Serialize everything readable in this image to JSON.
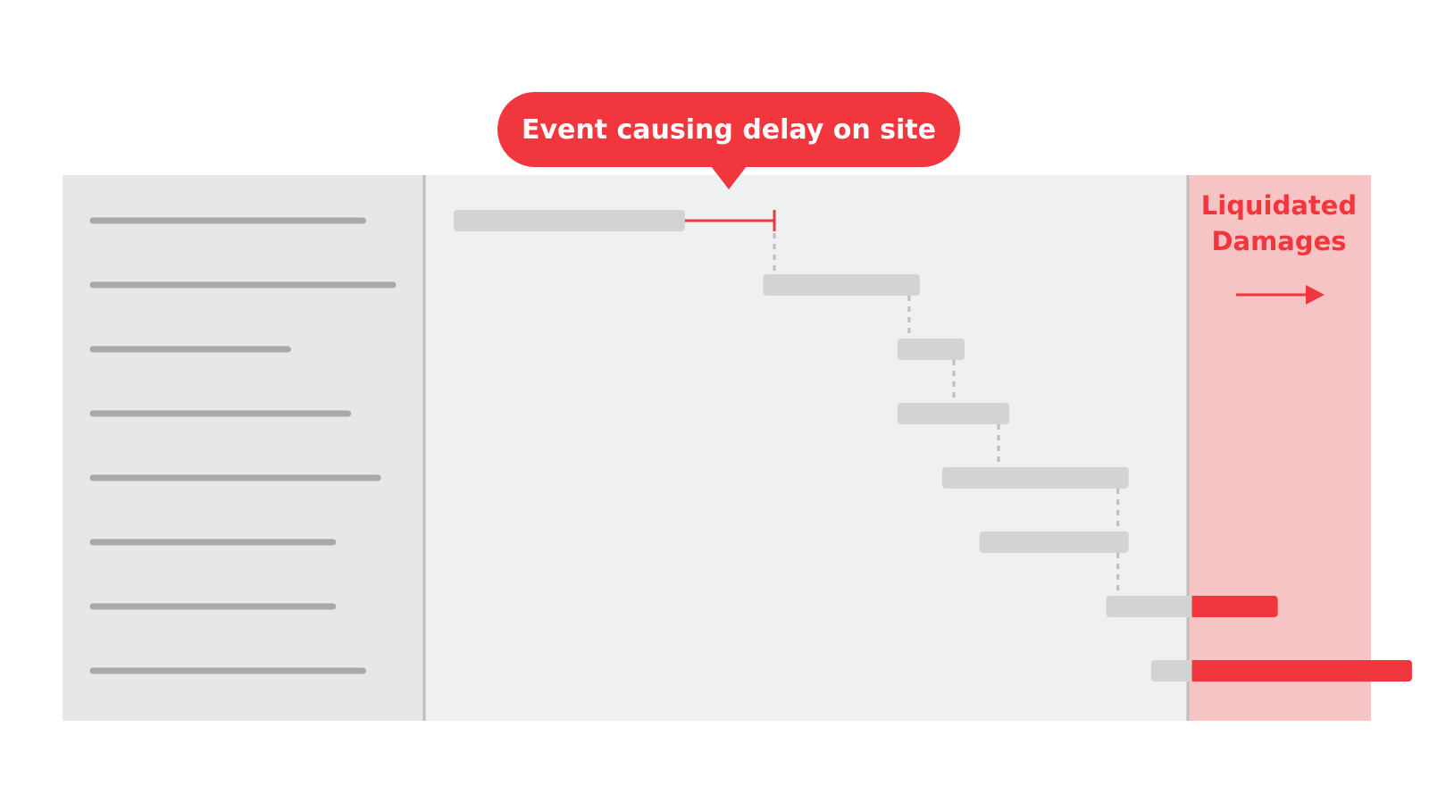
{
  "callout": {
    "text": "Event causing delay on site"
  },
  "zone": {
    "label_line1": "Liquidated",
    "label_line2": "Damages",
    "arrow": "right-arrow-icon"
  },
  "colors": {
    "accent": "#f2363d",
    "zone_fill": "#f7c4c5",
    "task_panel": "#e6e7e8",
    "chart_area": "#eff0f0",
    "bar": "#d1d3d4",
    "label_placeholder": "#a7a9ab",
    "divider": "#bcbec0",
    "dependency": "#bcbec0"
  },
  "tasks": [
    {
      "label_length": 0.9,
      "start": 0.0,
      "duration": 31,
      "delay": 12
    },
    {
      "label_length": 1.0,
      "start": 41.5,
      "duration": 21
    },
    {
      "label_length": 0.65,
      "start": 59.5,
      "duration": 9
    },
    {
      "label_length": 0.85,
      "start": 59.5,
      "duration": 15
    },
    {
      "label_length": 0.95,
      "start": 65.5,
      "duration": 25
    },
    {
      "label_length": 0.8,
      "start": 70.5,
      "duration": 20
    },
    {
      "label_length": 0.8,
      "start": 87.5,
      "duration": 17,
      "overrun": 6
    },
    {
      "label_length": 0.9,
      "start": 93.5,
      "duration": 20,
      "overrun": 15
    }
  ],
  "dependencies": [
    [
      0,
      1
    ],
    [
      1,
      2
    ],
    [
      2,
      3
    ],
    [
      3,
      4
    ],
    [
      4,
      5
    ],
    [
      5,
      6
    ]
  ],
  "completion_date": 99
}
